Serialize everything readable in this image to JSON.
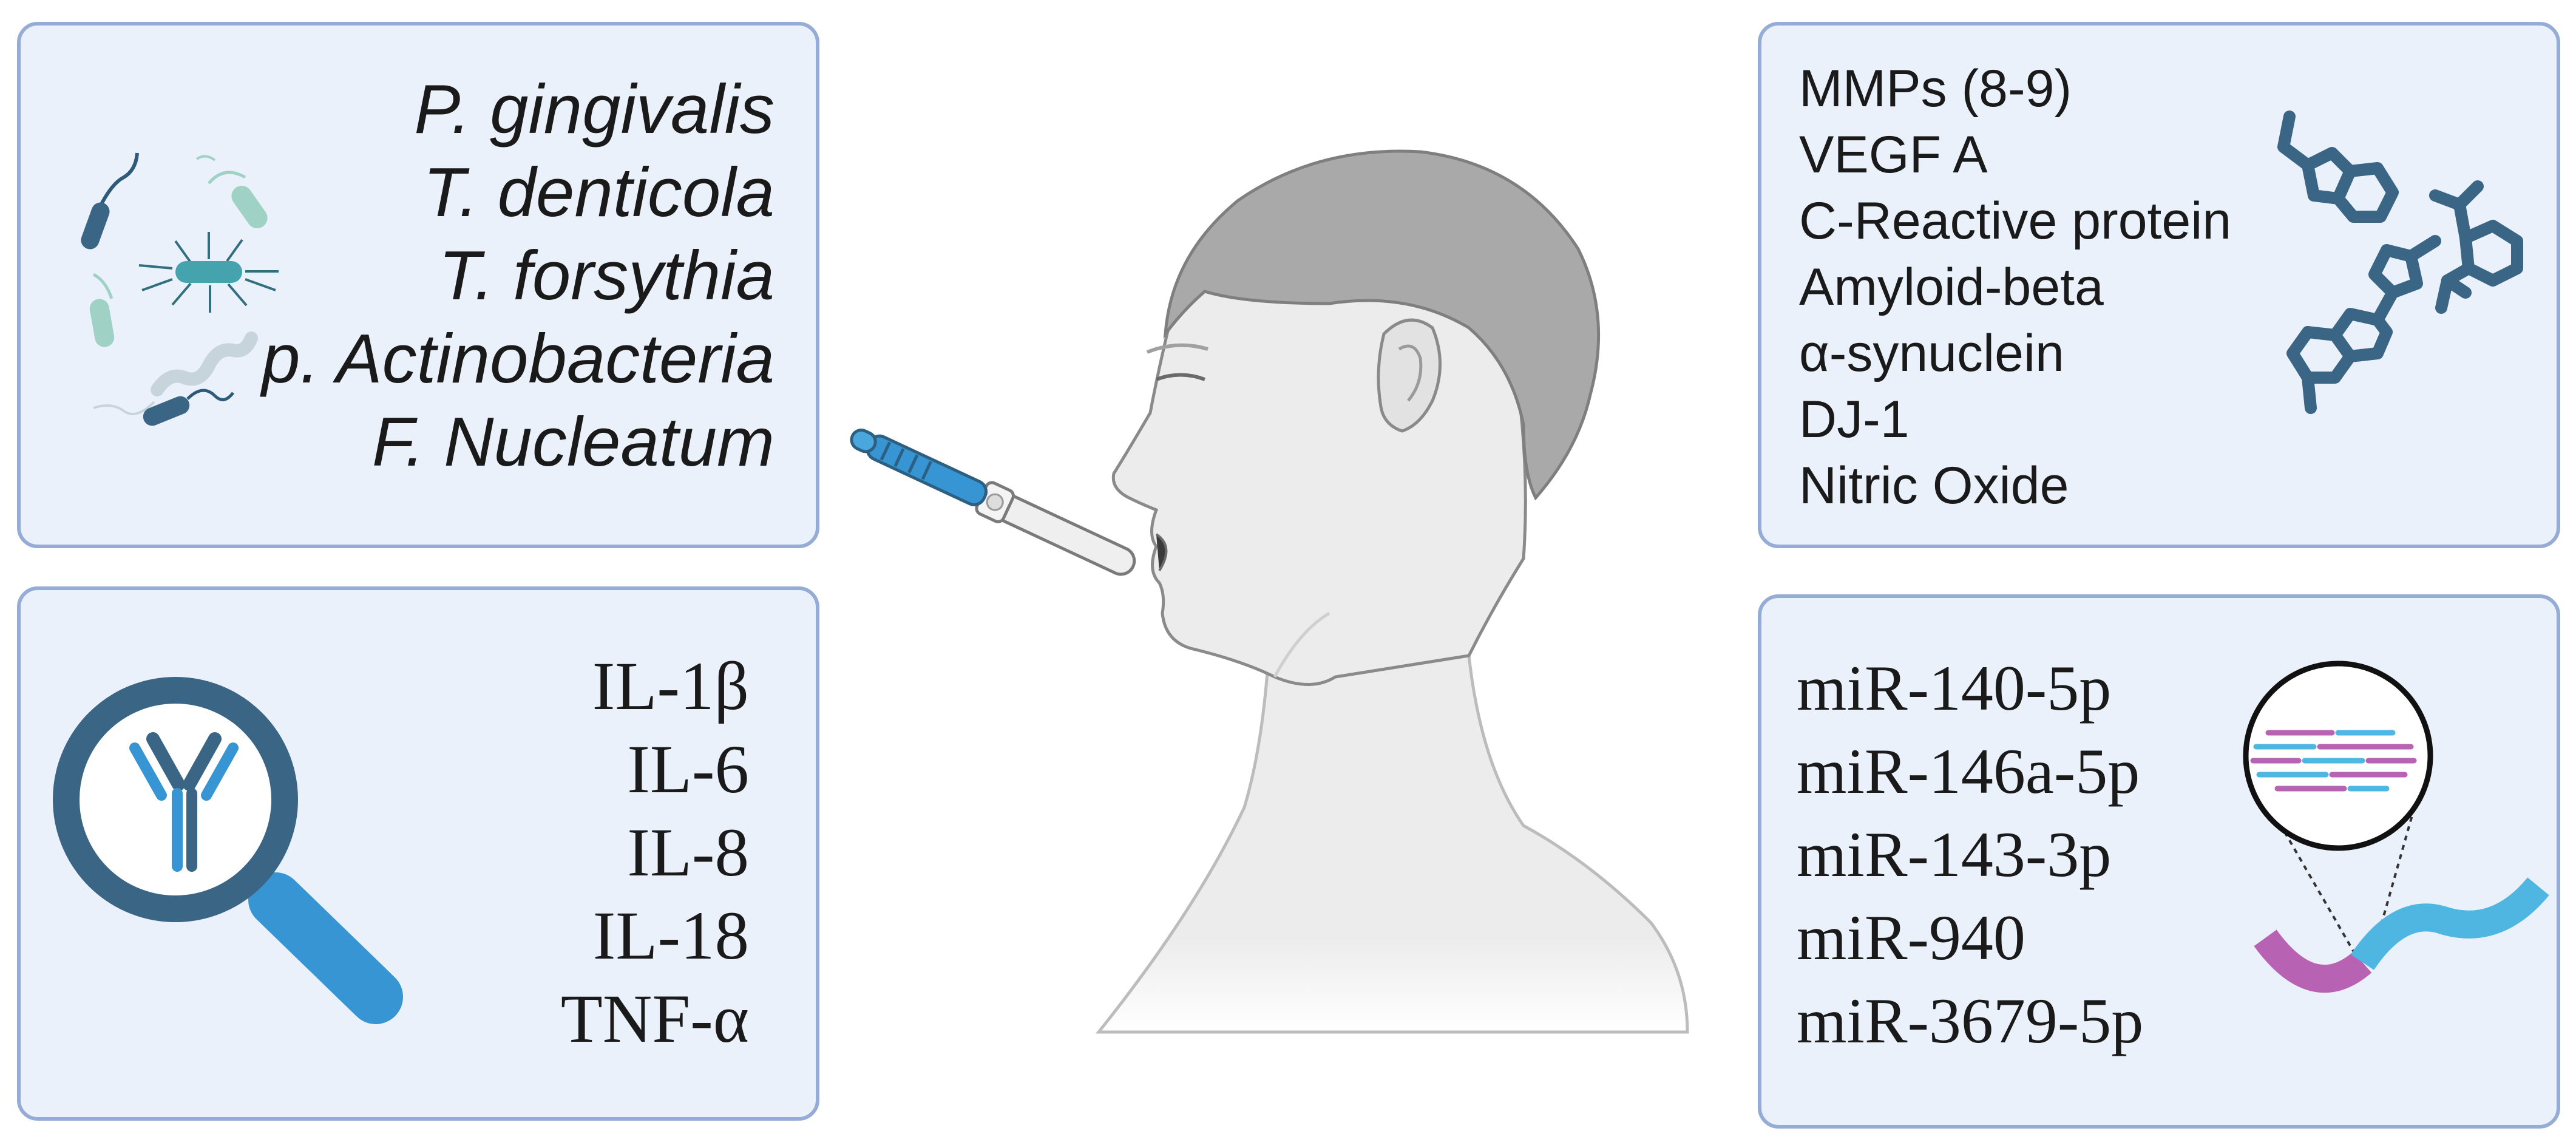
{
  "bacteria": {
    "items": [
      "P. gingivalis",
      "T. denticola",
      "T. forsythia",
      "p. Actinobacteria",
      "F. Nucleatum"
    ],
    "icon": "bacteria-icon"
  },
  "cytokines": {
    "items": [
      "IL-1β",
      "IL-6",
      "IL-8",
      "IL-18",
      "TNF-α"
    ],
    "icon": "antibody-magnifier-icon"
  },
  "proteins": {
    "items": [
      "MMPs (8-9)",
      "VEGF A",
      "C-Reactive protein",
      "Amyloid-beta",
      "α-synuclein",
      "DJ-1",
      "Nitric Oxide"
    ],
    "icon": "molecule-icon"
  },
  "mirna": {
    "items": [
      "miR-140-5p",
      "miR-146a-5p",
      "miR-143-3p",
      "miR-940",
      "miR-3679-5p"
    ],
    "icon": "rna-strand-icon"
  },
  "center": {
    "figure": "head-profile-icon",
    "device": "saliva-swab-icon"
  },
  "colors": {
    "panel_fill": "#ebf1fb",
    "panel_border": "#95acd6",
    "icon_dark_blue": "#3b6584",
    "icon_blue": "#3695d2",
    "icon_teal": "#9fd2c4",
    "rna_magenta": "#b862b4",
    "rna_cyan": "#4fb6e2",
    "skin": "#ececec",
    "hair": "#a9a9a9"
  }
}
